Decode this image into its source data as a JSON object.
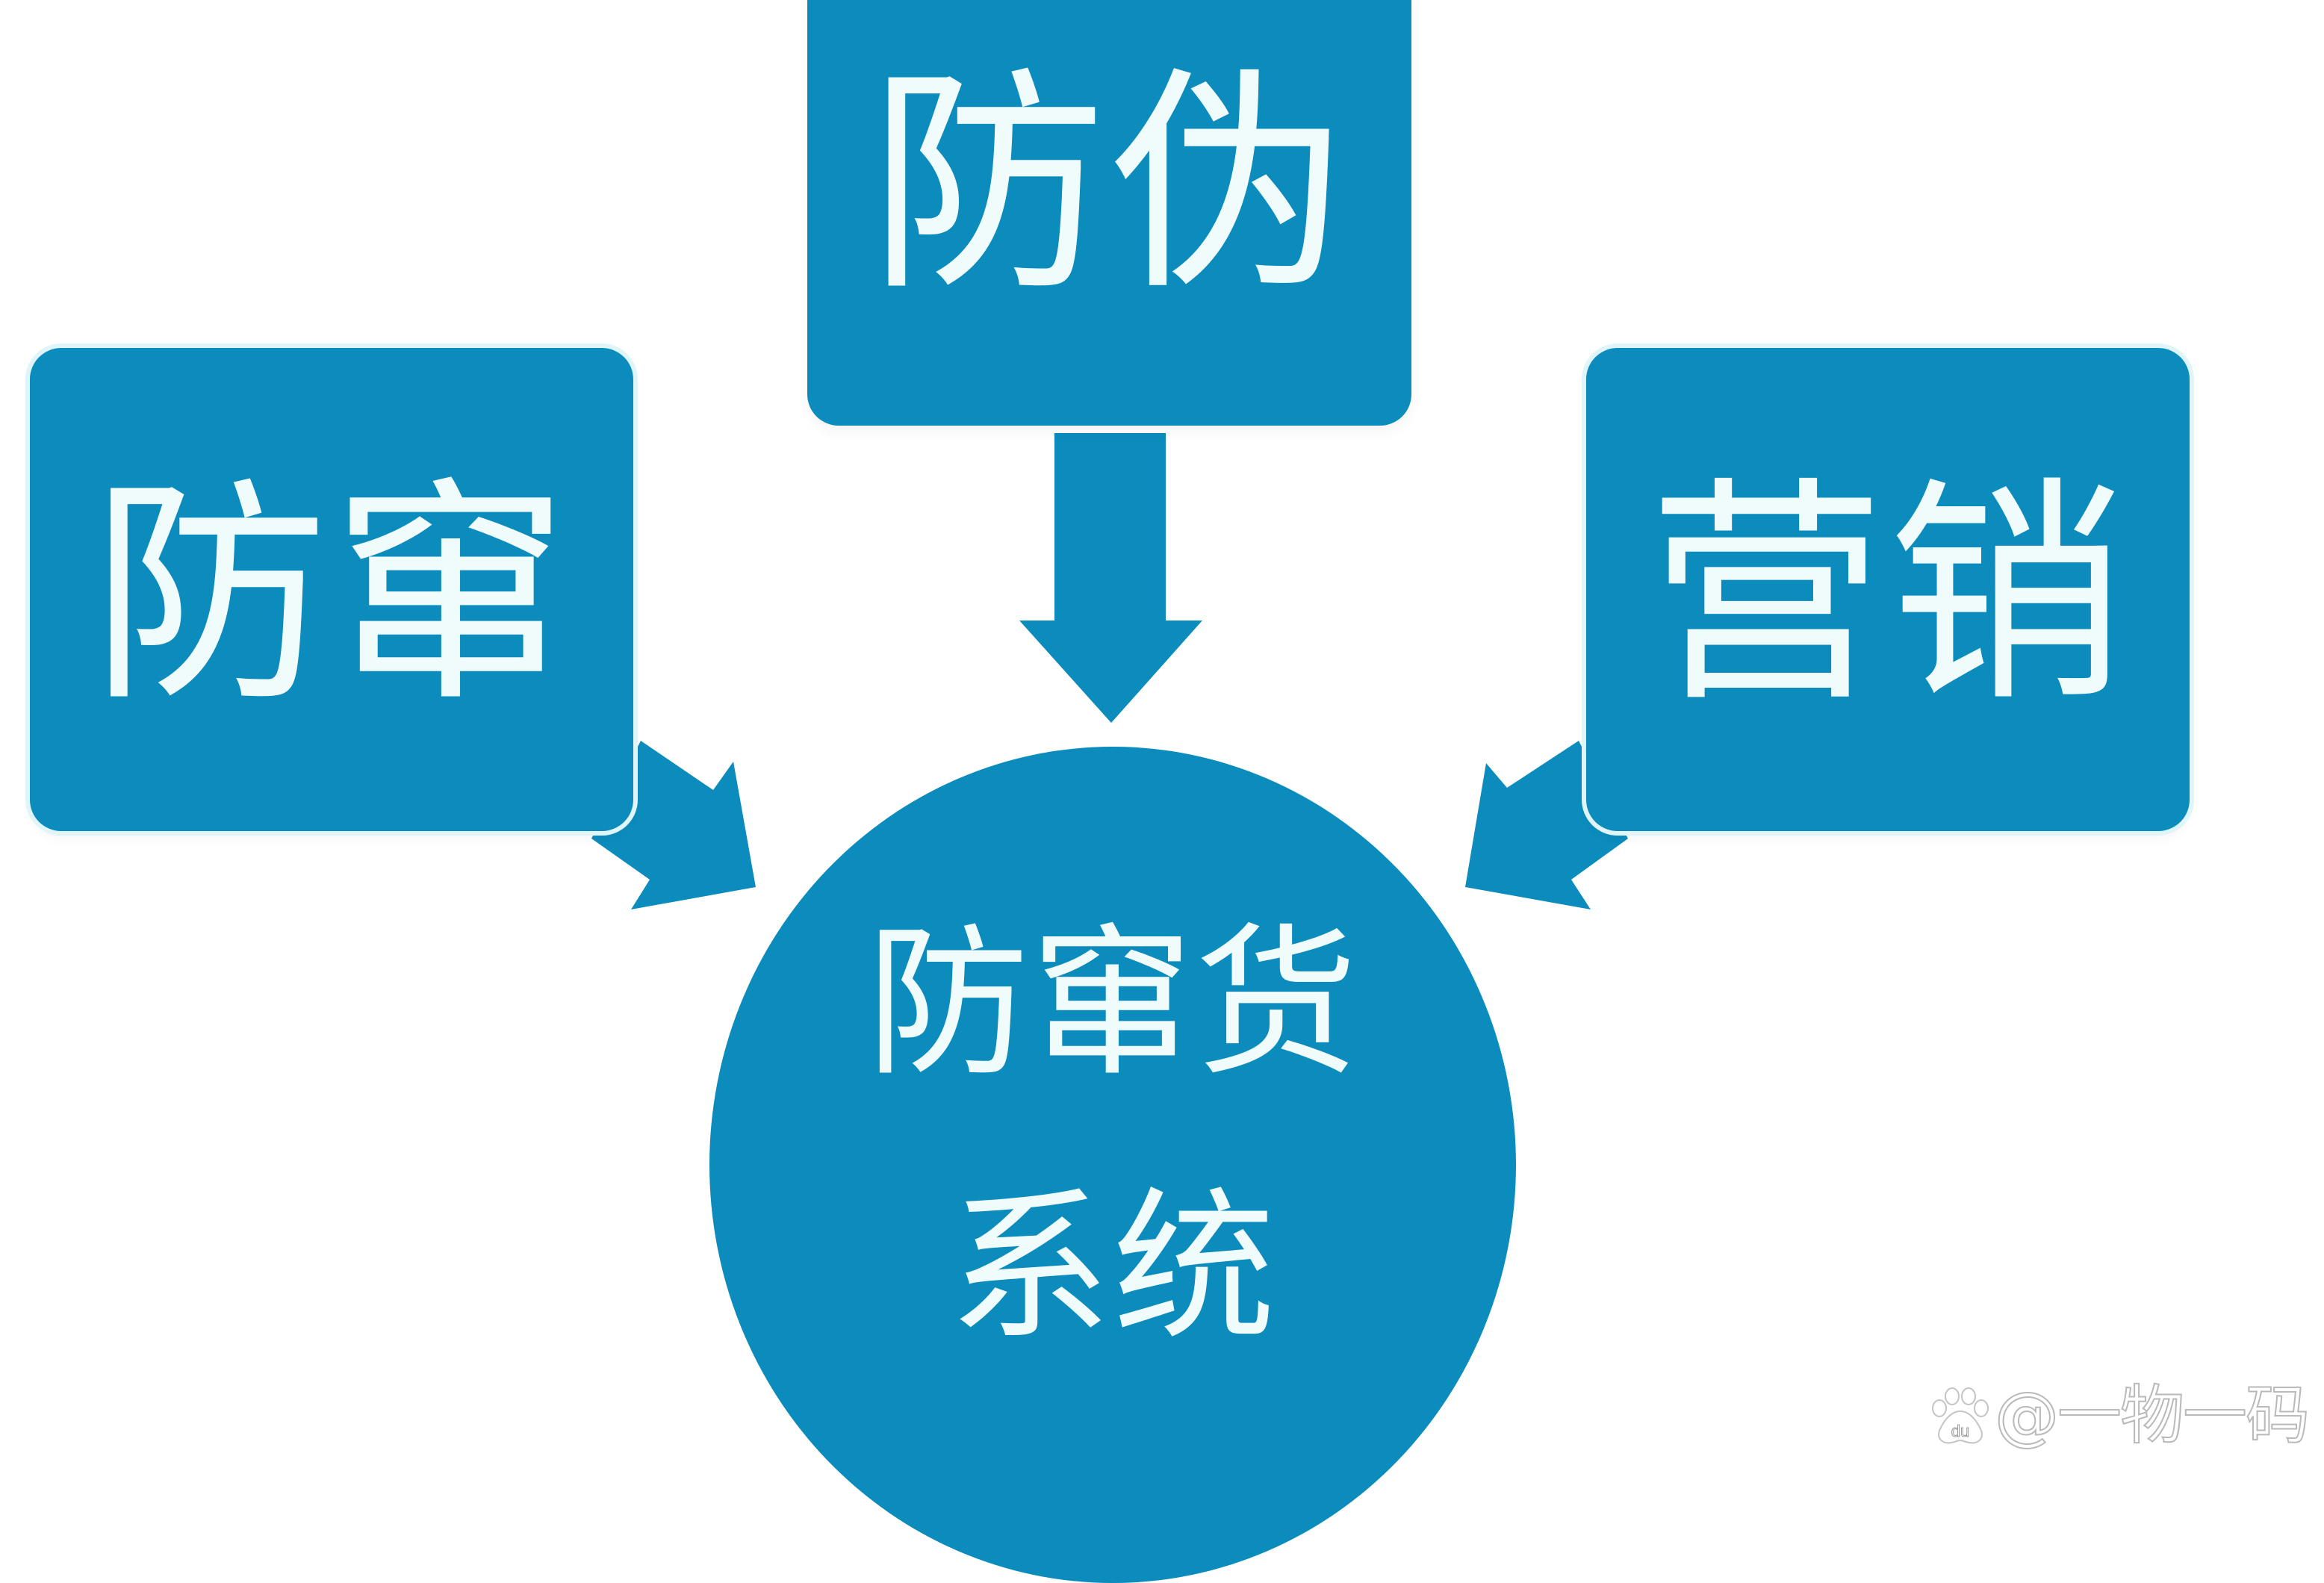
{
  "diagram": {
    "title": "防窜货系统",
    "colors": {
      "node_fill": "#0b8cbd",
      "text": "#f0fbfc",
      "halo": "#dff5fa",
      "background": "#ffffff"
    },
    "nodes": {
      "left": {
        "label": "防窜"
      },
      "top": {
        "label": "防伪"
      },
      "right": {
        "label": "营销"
      },
      "center": {
        "line1": "防窜货",
        "line2": "系统"
      }
    },
    "edges": [
      {
        "from": "left",
        "to": "center",
        "shape": "arrow"
      },
      {
        "from": "top",
        "to": "center",
        "shape": "arrow"
      },
      {
        "from": "right",
        "to": "center",
        "shape": "arrow"
      }
    ]
  },
  "watermark": {
    "icon": "baidu-paw-icon",
    "icon_text": "du",
    "text": "@一物一码"
  }
}
